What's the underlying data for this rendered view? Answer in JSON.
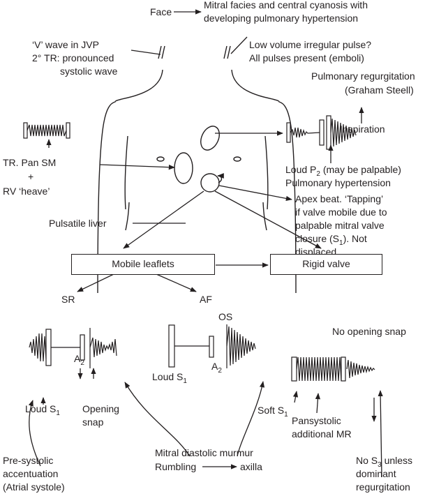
{
  "labels": {
    "face": "Face",
    "mitral_facies_1": "Mitral facies and central cyanosis with",
    "mitral_facies_2": "developing pulmonary hypertension",
    "v_wave_1": "‘V’ wave in JVP",
    "v_wave_2": "2° TR: pronounced",
    "v_wave_3": "systolic wave",
    "pulse_1": "Low volume irregular pulse?",
    "pulse_2": "All pulses present (emboli)",
    "pr_1": "Pulmonary regurgitation",
    "pr_2": "(Graham Steell)",
    "inspiration": "Inspiration",
    "loud_p2": "Loud P",
    "loud_p2_sub": "2",
    "loud_p2_tail": " (may be palpable)",
    "pulm_htn": "Pulmonary hypertension",
    "tr_1": "TR. Pan SM",
    "tr_plus": "+",
    "tr_2": "RV ‘heave’",
    "apex_1": "Apex beat. ‘Tapping’",
    "apex_2": "if valve mobile due to",
    "apex_3": "palpable mitral valve",
    "apex_4": "closure (S",
    "apex_4_sub": "1",
    "apex_4_tail": "). Not",
    "apex_5": "displaced",
    "pulsatile_liver": "Pulsatile liver",
    "mobile_leaflets": "Mobile leaflets",
    "rigid_valve": "Rigid valve",
    "sr": "SR",
    "af": "AF",
    "os": "OS",
    "no_opening_snap": "No opening snap",
    "a2": "A",
    "a2_sub": "2",
    "a2b": "A",
    "a2b_sub": "2",
    "loud_s1_a": "Loud S",
    "loud_s1_a_sub": "1",
    "loud_s1_b": "Loud S",
    "loud_s1_b_sub": "1",
    "soft_s1": "Soft S",
    "soft_s1_sub": "1",
    "opening_snap_1": "Opening",
    "opening_snap_2": "snap",
    "pansystolic_1": "Pansystolic",
    "pansystolic_2": "additional MR",
    "mdm_1": "Mitral diastolic murmur",
    "mdm_2": "Rumbling",
    "mdm_3": "axilla",
    "presystolic_1": "Pre-systolic",
    "presystolic_2": "accentuation",
    "presystolic_3": "(Atrial systole)",
    "no_s3_1": "No S",
    "no_s3_1_sub": "3",
    "no_s3_1_tail": " unless",
    "no_s3_2": "dominant",
    "no_s3_3": "regurgitation"
  }
}
